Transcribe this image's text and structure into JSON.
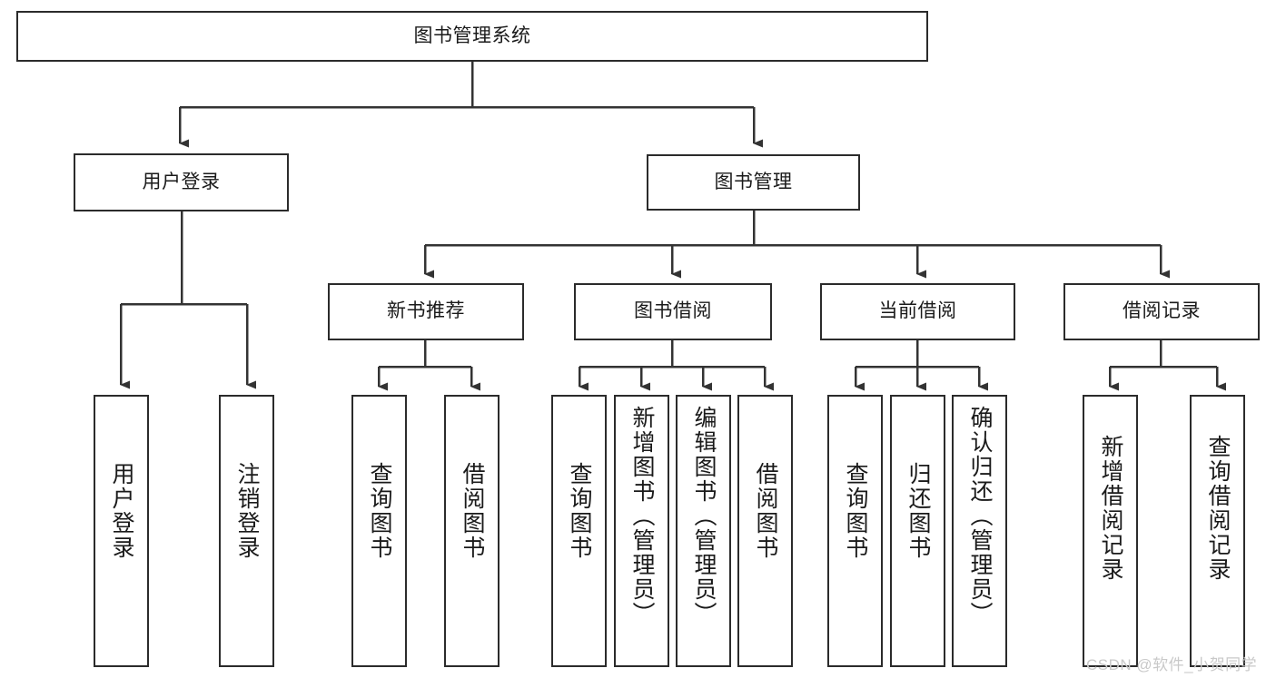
{
  "diagram": {
    "type": "tree-hierarchy-chart",
    "root": {
      "id": "root",
      "label": "图书管理系统",
      "orientation": "horizontal"
    },
    "level2": [
      {
        "id": "user-login",
        "label": "用户登录",
        "orientation": "horizontal"
      },
      {
        "id": "book-management",
        "label": "图书管理",
        "orientation": "horizontal"
      }
    ],
    "level3": [
      {
        "id": "new-book-recommend",
        "label": "新书推荐",
        "orientation": "horizontal",
        "parent": "book-management"
      },
      {
        "id": "book-borrow",
        "label": "图书借阅",
        "orientation": "horizontal",
        "parent": "book-management"
      },
      {
        "id": "current-borrow",
        "label": "当前借阅",
        "orientation": "horizontal",
        "parent": "book-management"
      },
      {
        "id": "borrow-record",
        "label": "借阅记录",
        "orientation": "horizontal",
        "parent": "book-management"
      }
    ],
    "leaves": [
      {
        "id": "leaf-user-login",
        "label": "用户登录",
        "parent": "user-login"
      },
      {
        "id": "leaf-user-logout",
        "label": "注销登录",
        "parent": "user-login"
      },
      {
        "id": "leaf-query-book-1",
        "label": "查询图书",
        "parent": "new-book-recommend"
      },
      {
        "id": "leaf-borrow-book-1",
        "label": "借阅图书",
        "parent": "new-book-recommend"
      },
      {
        "id": "leaf-query-book-2",
        "label": "查询图书",
        "parent": "book-borrow"
      },
      {
        "id": "leaf-add-book",
        "label": "新增图书（管理员）",
        "parent": "book-borrow"
      },
      {
        "id": "leaf-edit-book",
        "label": "编辑图书（管理员）",
        "parent": "book-borrow"
      },
      {
        "id": "leaf-borrow-book-2",
        "label": "借阅图书",
        "parent": "book-borrow"
      },
      {
        "id": "leaf-query-book-3",
        "label": "查询图书",
        "parent": "current-borrow"
      },
      {
        "id": "leaf-return-book",
        "label": "归还图书",
        "parent": "current-borrow"
      },
      {
        "id": "leaf-confirm-return",
        "label": "确认归还（管理员）",
        "parent": "current-borrow"
      },
      {
        "id": "leaf-add-record",
        "label": "新增借阅记录",
        "parent": "borrow-record"
      },
      {
        "id": "leaf-query-record",
        "label": "查询借阅记录",
        "parent": "borrow-record"
      }
    ],
    "watermark": "CSDN @软件_小贺同学",
    "colors": {
      "border": "#2b2b2b",
      "text": "#1a1a1a",
      "background": "#ffffff",
      "connector": "#333333",
      "watermark": "#c9c9c9"
    }
  }
}
